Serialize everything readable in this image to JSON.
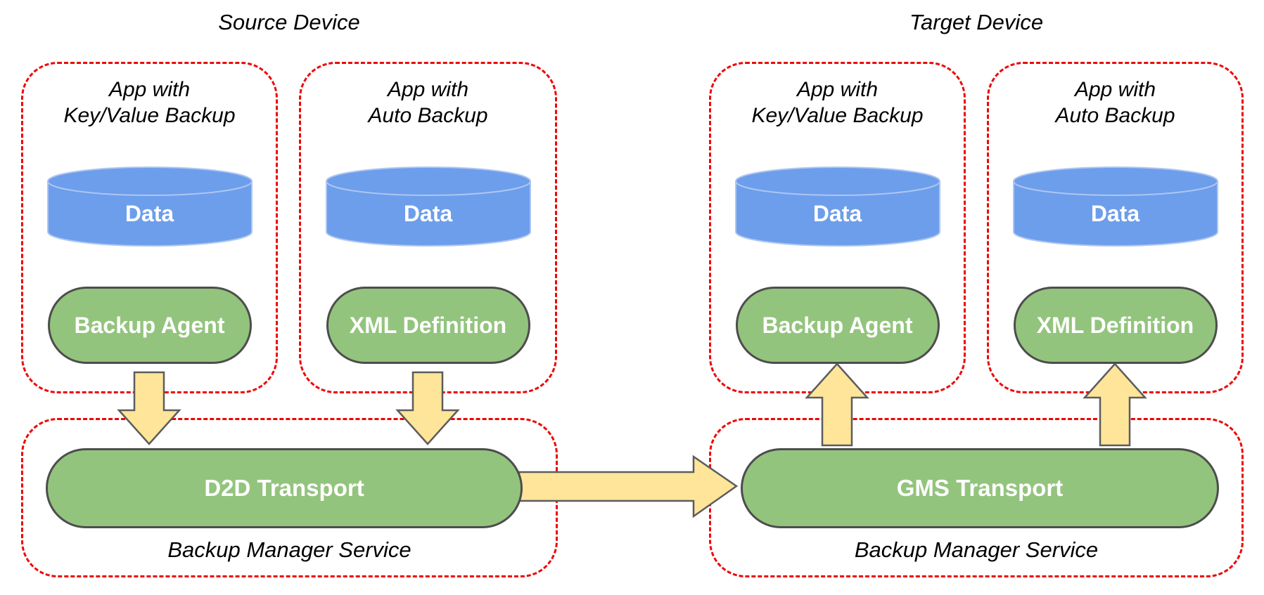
{
  "titles": {
    "source_device": "Source Device",
    "target_device": "Target Device"
  },
  "apps": [
    {
      "title_line1": "App with",
      "title_line2": "Key/Value Backup",
      "data_store": "Data",
      "component": "Backup Agent"
    },
    {
      "title_line1": "App with",
      "title_line2": "Auto Backup",
      "data_store": "Data",
      "component": "XML Definition"
    },
    {
      "title_line1": "App with",
      "title_line2": "Key/Value Backup",
      "data_store": "Data",
      "component": "Backup Agent"
    },
    {
      "title_line1": "App with",
      "title_line2": "Auto Backup",
      "data_store": "Data",
      "component": "XML Definition"
    }
  ],
  "services": [
    {
      "transport": "D2D Transport",
      "label": "Backup Manager Service"
    },
    {
      "transport": "GMS Transport",
      "label": "Backup Manager Service"
    }
  ],
  "colors": {
    "data_cylinder_fill": "#6d9eeb",
    "data_cylinder_stroke": "#aec6f2",
    "component_pill_fill": "#93c47d",
    "pill_border": "#4d4d4d",
    "arrow_fill": "#ffe599",
    "arrow_stroke": "#5c5c5c",
    "dashed_border": "#ee0505",
    "shape_text": "#ffffff",
    "label_text": "#000000"
  }
}
